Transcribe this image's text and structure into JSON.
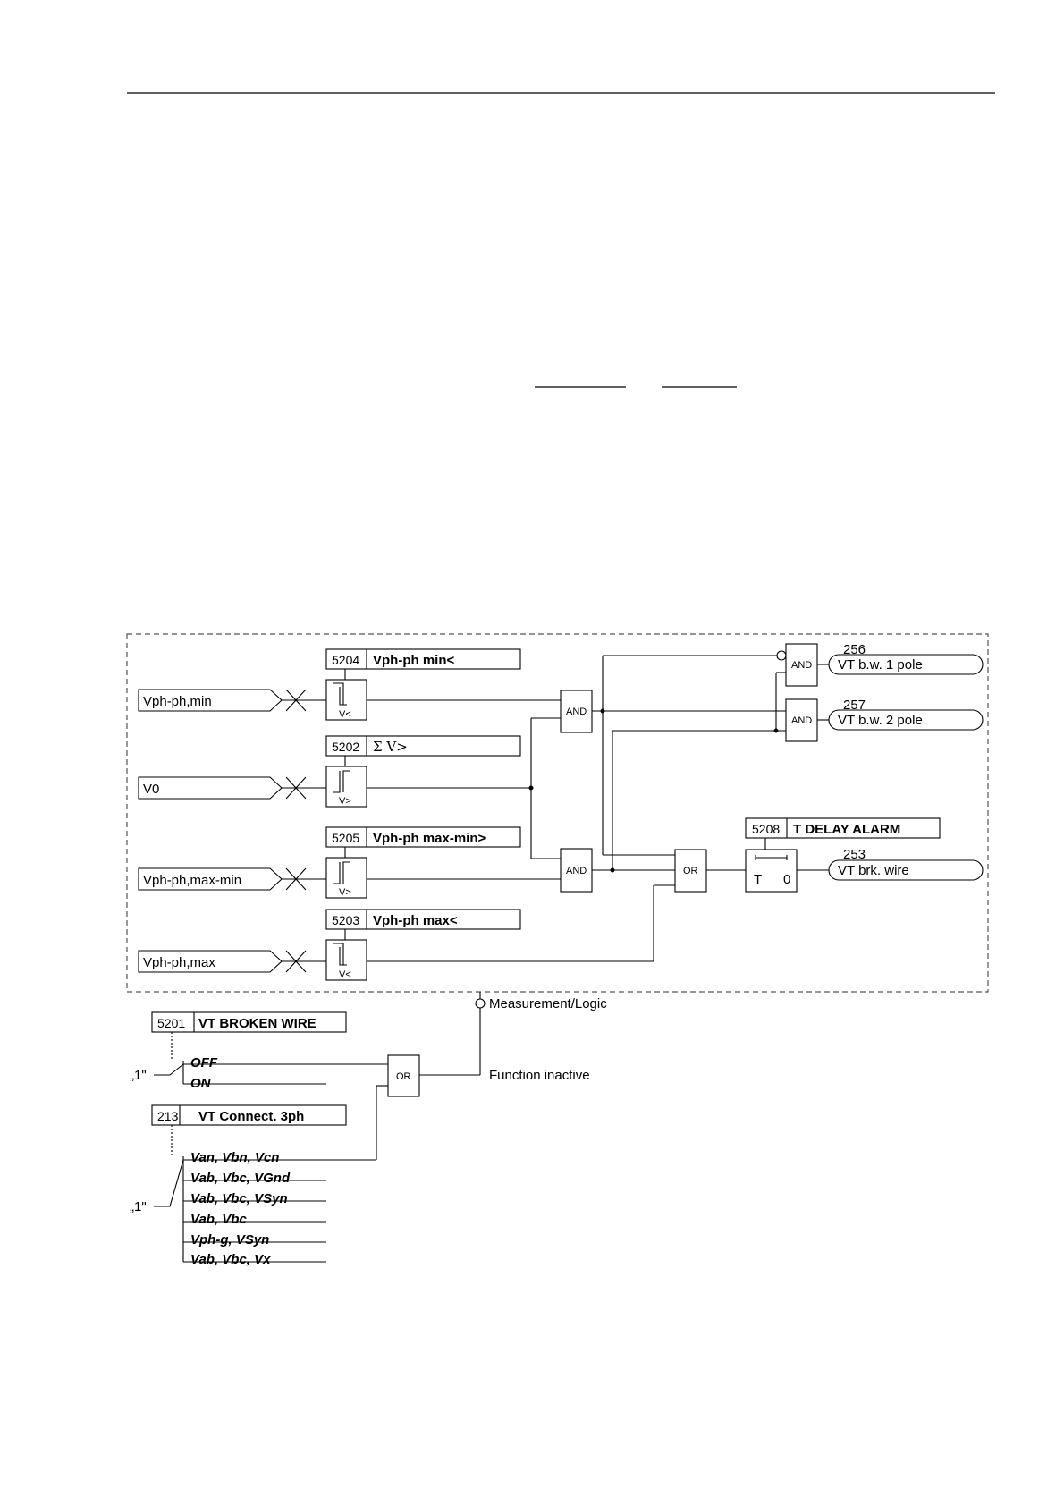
{
  "inputs": {
    "vph_min": "Vph-ph,min",
    "v0": "V0",
    "vph_max_min": "Vph-ph,max-min",
    "vph_max": "Vph-ph,max"
  },
  "settings": {
    "s5204": {
      "addr": "5204",
      "label": "Vph-ph min<"
    },
    "s5202": {
      "addr": "5202",
      "label": "Σ V>"
    },
    "s5205": {
      "addr": "5205",
      "label": "Vph-ph max-min>"
    },
    "s5203": {
      "addr": "5203",
      "label": "Vph-ph max<"
    },
    "s5208": {
      "addr": "5208",
      "label": "T DELAY ALARM"
    },
    "s5201": {
      "addr": "5201",
      "label": "VT BROKEN WIRE"
    },
    "s213": {
      "addr": "213",
      "label": "VT Connect. 3ph"
    }
  },
  "comparators": {
    "c1": "V<",
    "c2": "V>",
    "c3": "V>",
    "c4": "V<"
  },
  "gates": {
    "and": "AND",
    "or": "OR"
  },
  "timer": {
    "t": "T",
    "zero": "0"
  },
  "outputs": {
    "o256": {
      "num": "256",
      "label": "VT b.w. 1 pole"
    },
    "o257": {
      "num": "257",
      "label": "VT b.w. 2 pole"
    },
    "o253": {
      "num": "253",
      "label": "VT brk. wire"
    }
  },
  "labels": {
    "measurement_logic": "Measurement/Logic",
    "function_inactive": "Function inactive",
    "one_a": "„1\"",
    "one_b": "„1\""
  },
  "switch_5201_options": [
    "OFF",
    "ON"
  ],
  "switch_213_options": [
    "Van, Vbn, Vcn",
    "Vab, Vbc, VGnd",
    "Vab, Vbc, VSyn",
    "Vab, Vbc",
    "Vph-g, VSyn",
    "Vab, Vbc, Vx"
  ]
}
